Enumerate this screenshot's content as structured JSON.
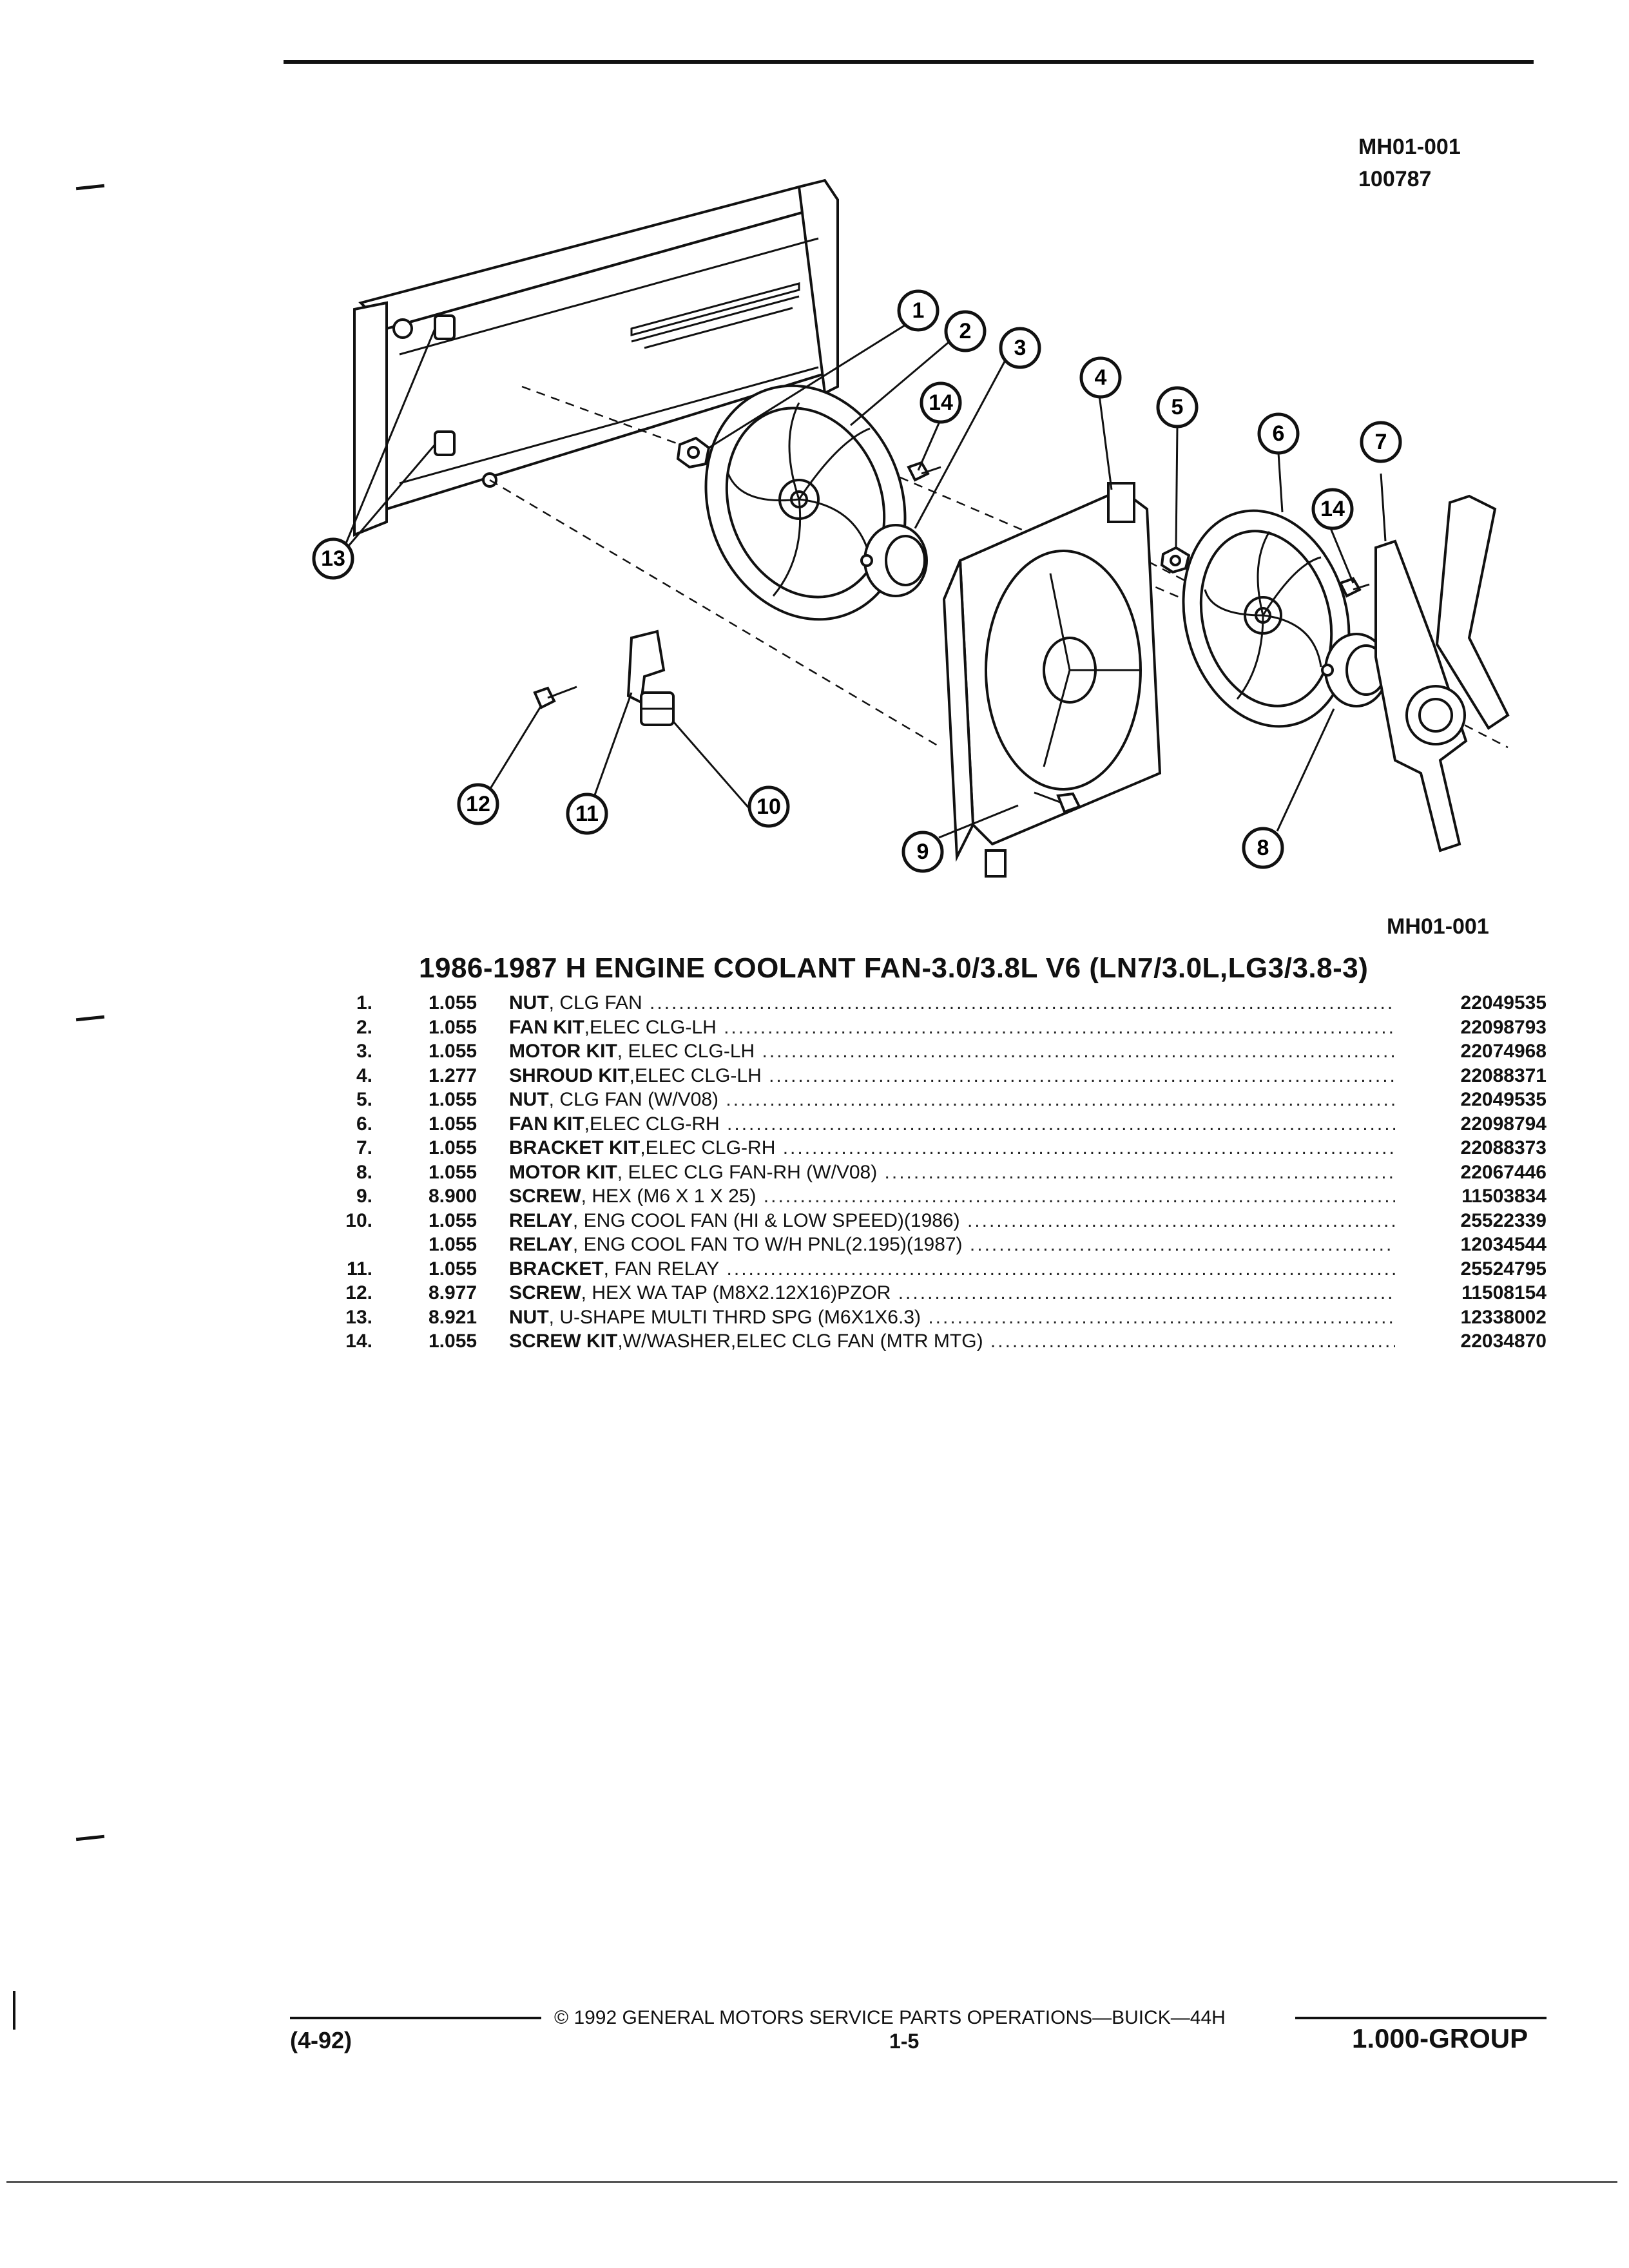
{
  "header": {
    "ref_code": "MH01-001",
    "ref_date": "100787"
  },
  "diagram": {
    "caption": "MH01-001",
    "callouts": [
      "1",
      "2",
      "3",
      "4",
      "5",
      "6",
      "7",
      "8",
      "9",
      "10",
      "11",
      "12",
      "13",
      "14"
    ]
  },
  "table": {
    "title": "1986-1987 H ENGINE COOLANT FAN-3.0/3.8L V6 (LN7/3.0L,LG3/3.8-3)",
    "rows": [
      {
        "num": "1.",
        "group": "1.055",
        "name": "NUT",
        "desc": ", CLG FAN",
        "part": "22049535"
      },
      {
        "num": "2.",
        "group": "1.055",
        "name": "FAN KIT",
        "desc": ",ELEC CLG-LH",
        "part": "22098793"
      },
      {
        "num": "3.",
        "group": "1.055",
        "name": "MOTOR KIT",
        "desc": ", ELEC CLG-LH",
        "part": "22074968"
      },
      {
        "num": "4.",
        "group": "1.277",
        "name": "SHROUD KIT",
        "desc": ",ELEC CLG-LH",
        "part": "22088371"
      },
      {
        "num": "5.",
        "group": "1.055",
        "name": "NUT",
        "desc": ", CLG FAN (W/V08)",
        "part": "22049535"
      },
      {
        "num": "6.",
        "group": "1.055",
        "name": "FAN KIT",
        "desc": ",ELEC CLG-RH",
        "part": "22098794"
      },
      {
        "num": "7.",
        "group": "1.055",
        "name": "BRACKET KIT",
        "desc": ",ELEC CLG-RH",
        "part": "22088373"
      },
      {
        "num": "8.",
        "group": "1.055",
        "name": "MOTOR KIT",
        "desc": ", ELEC CLG FAN-RH (W/V08)",
        "part": "22067446"
      },
      {
        "num": "9.",
        "group": "8.900",
        "name": "SCREW",
        "desc": ", HEX (M6 X 1 X 25)",
        "part": "11503834"
      },
      {
        "num": "10.",
        "group": "1.055",
        "name": "RELAY",
        "desc": ", ENG COOL FAN (HI & LOW SPEED)(1986)",
        "part": "25522339"
      },
      {
        "num": "",
        "group": "1.055",
        "name": "RELAY",
        "desc": ", ENG COOL FAN TO W/H PNL(2.195)(1987)",
        "part": "12034544"
      },
      {
        "num": "11.",
        "group": "1.055",
        "name": "BRACKET",
        "desc": ", FAN RELAY",
        "part": "25524795"
      },
      {
        "num": "12.",
        "group": "8.977",
        "name": "SCREW",
        "desc": ", HEX WA TAP (M8X2.12X16)PZOR",
        "part": "11508154"
      },
      {
        "num": "13.",
        "group": "8.921",
        "name": "NUT",
        "desc": ", U-SHAPE MULTI THRD SPG (M6X1X6.3)",
        "part": "12338002"
      },
      {
        "num": "14.",
        "group": "1.055",
        "name": "SCREW KIT",
        "desc": ",W/WASHER,ELEC CLG FAN (MTR MTG)",
        "part": "22034870"
      }
    ]
  },
  "footer": {
    "copyright": "© 1992 GENERAL MOTORS SERVICE PARTS OPERATIONS—BUICK—44H",
    "date": "(4-92)",
    "page": "1-5",
    "group": "1.000-GROUP"
  }
}
